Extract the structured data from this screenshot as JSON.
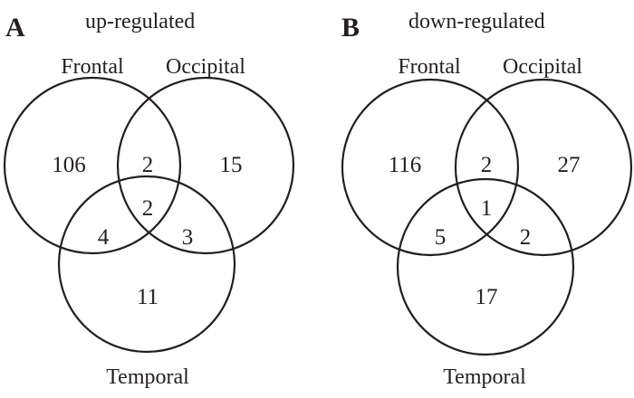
{
  "panels": [
    {
      "letter": "A",
      "title": "up-regulated",
      "sets": {
        "frontal": "Frontal",
        "occipital": "Occipital",
        "temporal": "Temporal"
      },
      "counts": {
        "frontal_only": "106",
        "occipital_only": "15",
        "temporal_only": "11",
        "frontal_occipital": "2",
        "frontal_temporal": "4",
        "occipital_temporal": "3",
        "all_three": "2"
      }
    },
    {
      "letter": "B",
      "title": "down-regulated",
      "sets": {
        "frontal": "Frontal",
        "occipital": "Occipital",
        "temporal": "Temporal"
      },
      "counts": {
        "frontal_only": "116",
        "occipital_only": "27",
        "temporal_only": "17",
        "frontal_occipital": "2",
        "frontal_temporal": "5",
        "occipital_temporal": "2",
        "all_three": "1"
      }
    }
  ],
  "colors": {
    "ink": "#231f20",
    "background": "#ffffff"
  }
}
